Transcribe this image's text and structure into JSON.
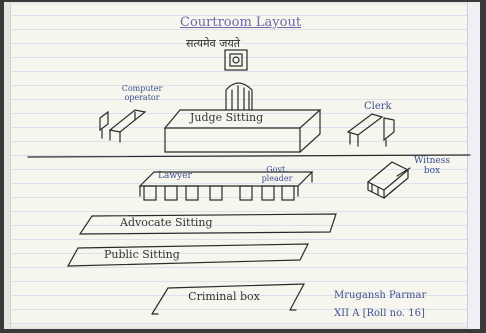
{
  "title": "Courtroom Layout",
  "motto": "सत्यमेव जयते",
  "labels": {
    "computer_operator": "Computer operator",
    "judge_sitting": "Judge Sitting",
    "clerk": "Clerk",
    "lawyer": "Lawyer",
    "govt_pleader": "Govt. pleader",
    "witness_box": "Witness box",
    "advocate_sitting": "Advocate Sitting",
    "public_sitting": "Public Sitting",
    "criminal_box": "Criminal box"
  },
  "author": {
    "name": "Mrugansh Parmar",
    "roll": "XII A [Roll no. 16]"
  },
  "colors": {
    "ink_blue": "#3f4e8f",
    "ink_black": "#222222",
    "paper": "#f6f6ee",
    "rule_line": "#d9e2ea"
  }
}
